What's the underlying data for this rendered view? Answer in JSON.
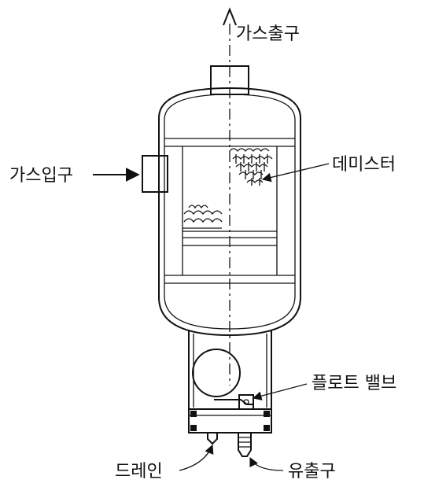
{
  "labels": {
    "gas_outlet": "가스출구",
    "gas_inlet": "가스입구",
    "demister": "데미스터",
    "float_valve": "플로트 밸브",
    "drain": "드레인",
    "liquid_outlet": "유출구"
  }
}
